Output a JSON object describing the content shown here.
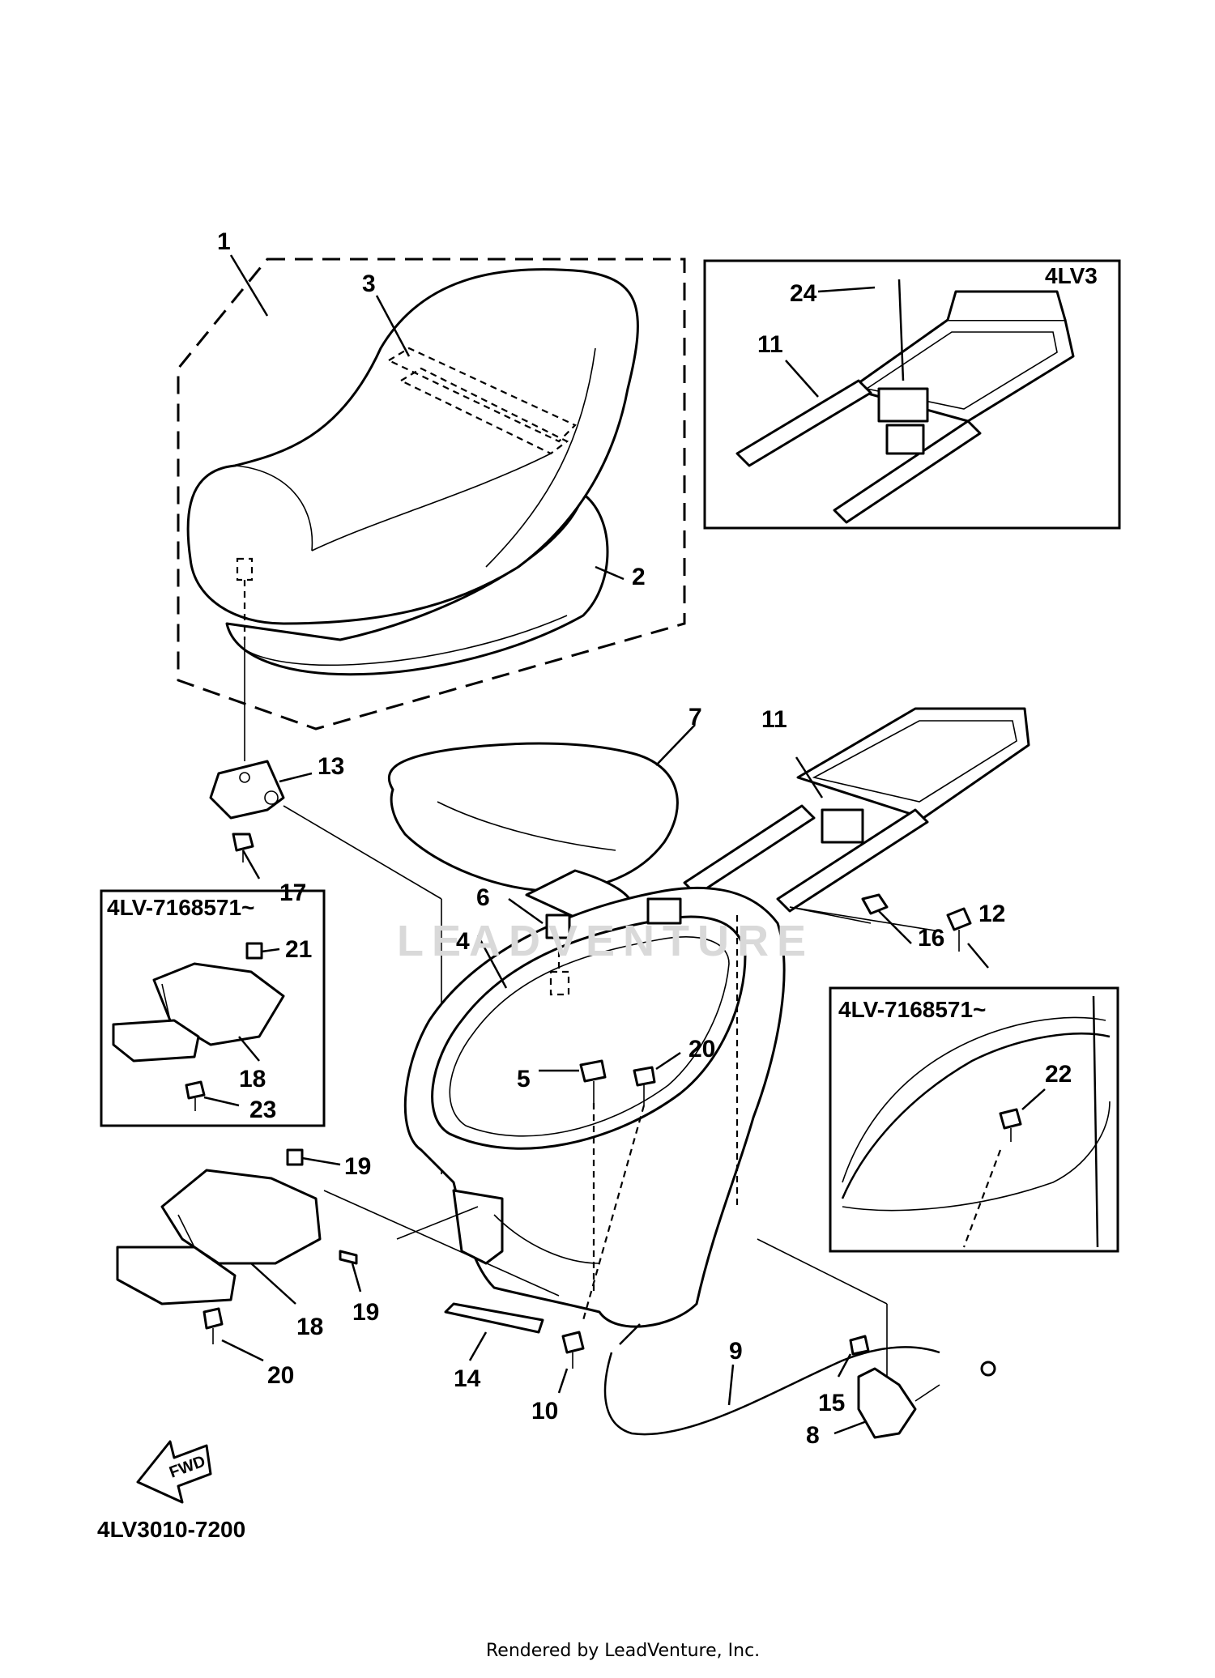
{
  "diagram": {
    "part_number": "4LV3010-7200",
    "fwd_arrow_label": "FWD",
    "watermark": "LEADVENTURE",
    "footer_text": "Rendered by LeadVenture, Inc.",
    "insets": {
      "top_right_model": "4LV3",
      "left_serial": "4LV-7168571~",
      "right_serial": "4LV-7168571~"
    },
    "callouts": {
      "c1": "1",
      "c2": "2",
      "c3": "3",
      "c4": "4",
      "c5": "5",
      "c6": "6",
      "c7": "7",
      "c8": "8",
      "c9": "9",
      "c10": "10",
      "c11_inset": "11",
      "c11_main": "11",
      "c12": "12",
      "c13": "13",
      "c14": "14",
      "c15": "15",
      "c16": "16",
      "c17": "17",
      "c18_inset": "18",
      "c18_main": "18",
      "c19_top": "19",
      "c19_bottom": "19",
      "c20_center": "20",
      "c20_left": "20",
      "c21": "21",
      "c22": "22",
      "c23": "23",
      "c24": "24"
    }
  }
}
